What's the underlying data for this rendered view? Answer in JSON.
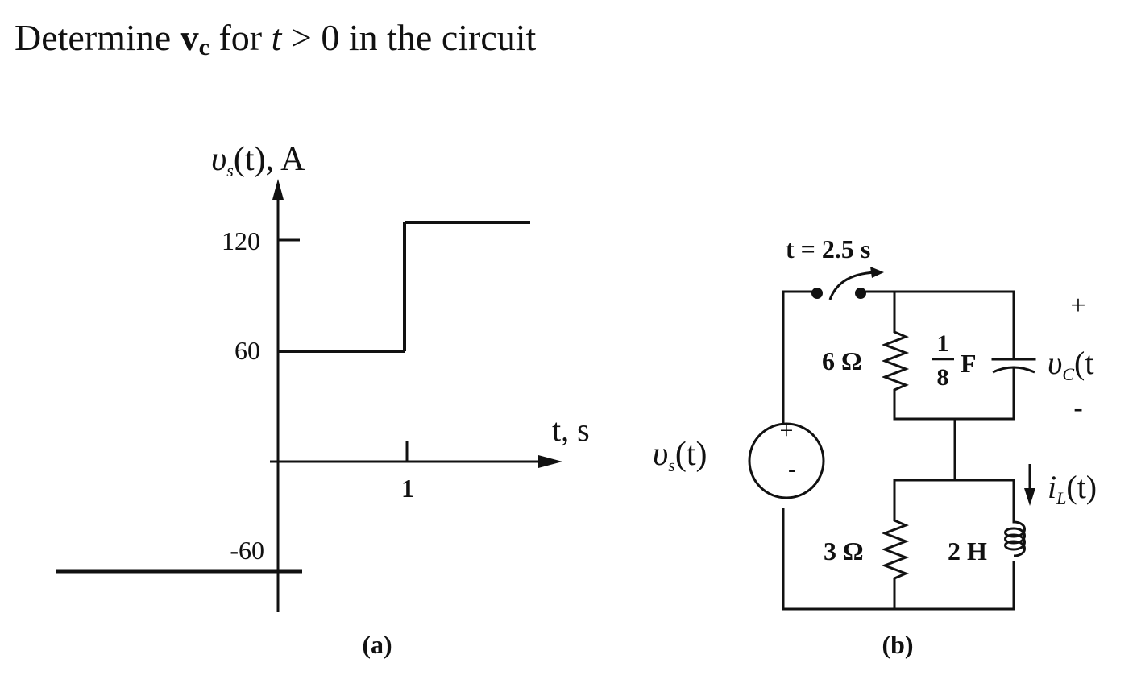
{
  "problem": {
    "prefix": "Determine ",
    "var_main": "v",
    "var_sub": "c",
    "mid": " for ",
    "cond_t": "t",
    "cond_gt": " > ",
    "cond_zero": "0",
    "suffix": " in the circuit"
  },
  "graph_a": {
    "y_label_v": "υ",
    "y_label_sub": "s",
    "y_label_rest": "(t), A",
    "x_label": "t, s",
    "ytick_labels": [
      "120",
      "60",
      "-60"
    ],
    "xtick_label": "1",
    "caption": "(a)"
  },
  "circuit_b": {
    "switch_label": "t = 2.5 s",
    "source_label_v": "υ",
    "source_label_sub": "s",
    "source_label_rest": "(t)",
    "source_plus": "+",
    "source_minus": "-",
    "r1_label": "6 Ω",
    "cap_num": "1",
    "cap_den": "8",
    "cap_unit": "F",
    "vc_plus": "+",
    "vc_label_v": "υ",
    "vc_label_sub": "C",
    "vc_label_rest": "(t",
    "vc_minus": "-",
    "il_label_i": "i",
    "il_label_sub": "L",
    "il_label_rest": "(t)",
    "r2_label": "3 Ω",
    "l_label": "2 H",
    "caption": "(b)"
  },
  "chart_data": {
    "type": "line",
    "x": [
      -1,
      0,
      0,
      1,
      1,
      2
    ],
    "y": [
      -60,
      -60,
      60,
      60,
      120,
      120
    ],
    "yticks": [
      120,
      60,
      -60
    ],
    "xticks": [
      1
    ],
    "xlabel": "t, s",
    "ylabel": "υs(t), A"
  }
}
